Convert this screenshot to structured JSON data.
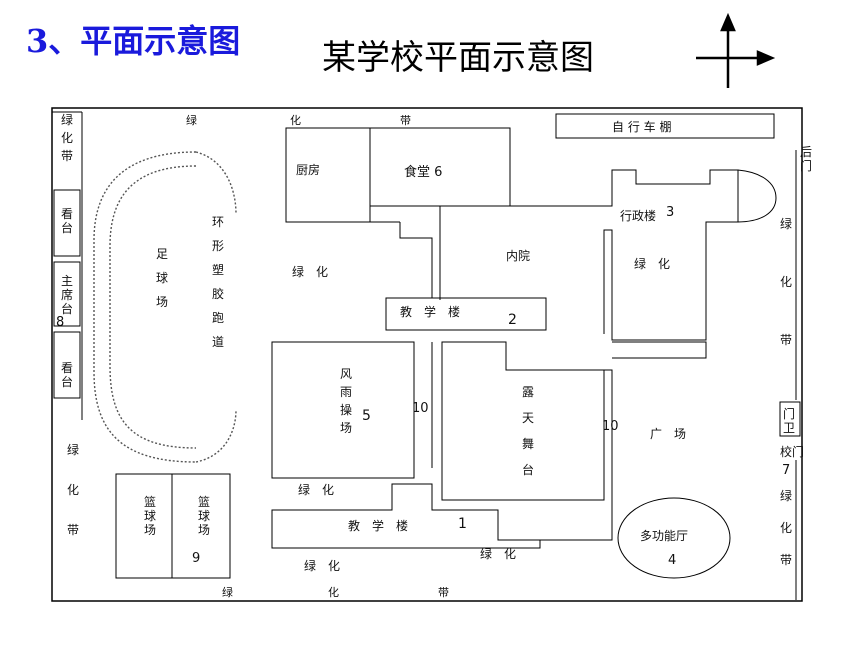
{
  "heading": "3、平面示意图",
  "title": "某学校平面示意图",
  "labels": {
    "green_top": [
      "绿",
      "化",
      "带"
    ],
    "green_bottom": [
      "绿",
      "化",
      "带"
    ],
    "green_left_top": [
      "绿",
      "化",
      "带"
    ],
    "green_left_bottom": [
      "绿",
      "化",
      "带"
    ],
    "green_right": [
      "绿",
      "化",
      "带"
    ],
    "green_right_bottom": [
      "绿",
      "化",
      "带"
    ],
    "stand_top": [
      "看",
      "台"
    ],
    "main_stand": [
      "主",
      "席",
      "台"
    ],
    "stand_bottom": [
      "看",
      "台"
    ],
    "num_8": "8",
    "football": [
      "足",
      "球",
      "场"
    ],
    "track": [
      "环",
      "形",
      "塑",
      "胶",
      "跑",
      "道"
    ],
    "bike_shed": "自 行 车 棚",
    "back_gate": [
      "后",
      "门"
    ],
    "kitchen": "厨房",
    "canteen": "食堂 6",
    "admin": "行政楼",
    "num_3": "3",
    "inner_yard": "内院",
    "green_mid_left": "绿　化",
    "green_mid_right": "绿　化",
    "teach2": "教　学　楼",
    "num_2": "2",
    "weather_court": [
      "风",
      "雨",
      "操",
      "场"
    ],
    "num_5": "5",
    "num_10a": "10",
    "num_10b": "10",
    "stage": [
      "露",
      "天",
      "舞",
      "台"
    ],
    "square": "广　场",
    "guard": [
      "门",
      "卫"
    ],
    "school_gate": "校门",
    "num_7": "7",
    "green_small": "绿　化",
    "teach1": "教　学　楼",
    "num_1": "1",
    "basket1": [
      "篮",
      "球",
      "场"
    ],
    "basket2": [
      "篮",
      "球",
      "场"
    ],
    "num_9": "9",
    "multi_hall": "多功能厅",
    "num_4": "4",
    "green_under1": "绿　化",
    "green_under2": "绿　化"
  }
}
